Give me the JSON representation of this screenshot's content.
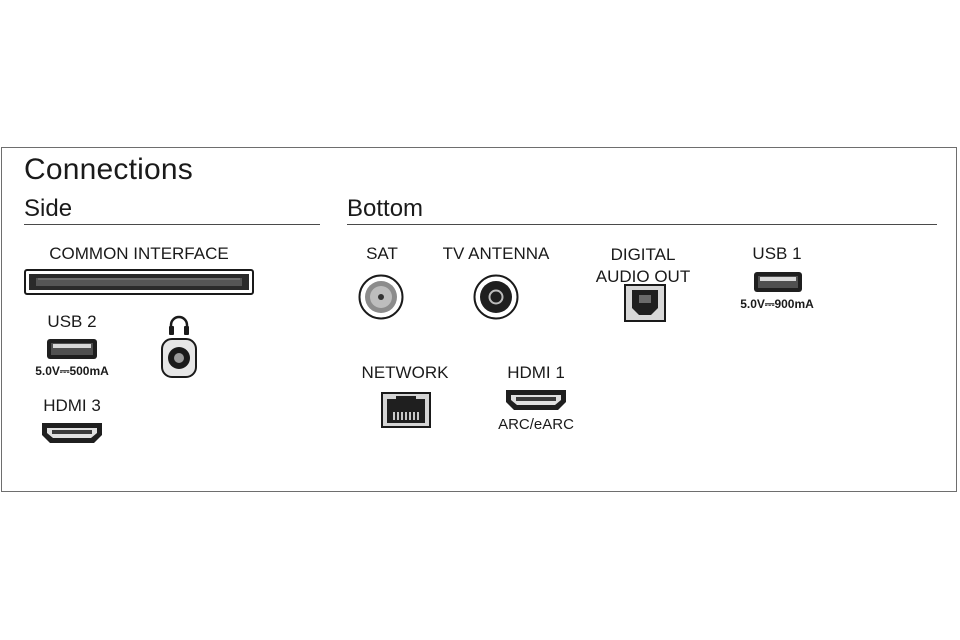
{
  "title": "Connections",
  "sections": {
    "side": "Side",
    "bottom": "Bottom"
  },
  "side": {
    "common_interface": "COMMON INTERFACE",
    "usb2": {
      "label": "USB 2",
      "spec": "5.0V⎓500mA"
    },
    "hdmi3": {
      "label": "HDMI 3"
    }
  },
  "bottom": {
    "sat": "SAT",
    "tv_antenna": "TV ANTENNA",
    "digital_audio_out": [
      "DIGITAL",
      "AUDIO OUT"
    ],
    "usb1": {
      "label": "USB 1",
      "spec": "5.0V⎓900mA"
    },
    "network": "NETWORK",
    "hdmi1": {
      "label": "HDMI 1",
      "note": "ARC/eARC"
    }
  },
  "icons": {
    "ci_slot": "common-interface-slot-icon",
    "usb": "usb-port-icon",
    "hdmi": "hdmi-port-icon",
    "headphones": "headphones-icon",
    "jack": "headphone-jack-icon",
    "sat": "satellite-connector-icon",
    "antenna": "antenna-connector-icon",
    "optical": "optical-audio-port-icon",
    "ethernet": "ethernet-port-icon"
  }
}
